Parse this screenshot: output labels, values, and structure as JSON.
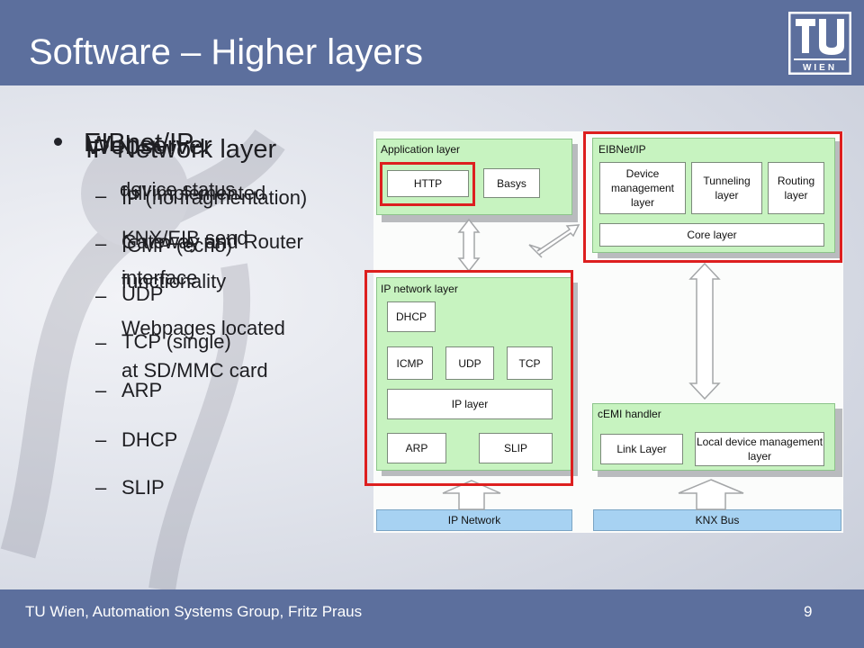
{
  "slide": {
    "title": "Software – Higher layers",
    "footer": "TU Wien, Automation Systems Group, Fritz Praus",
    "page_number": "9",
    "logo_text_top": "TU",
    "logo_text_bottom": "WIEN"
  },
  "overlaid_text": {
    "headings": [
      "EIBnet/IP",
      "Webserver",
      "IP Network layer"
    ],
    "lines": [
      "device status",
      "full implemented",
      "IP (no fragmentation)",
      "KNX/EIB send",
      "interface",
      "Gateway and Router",
      "functionality",
      "ICMP (echo)",
      "UDP",
      "Webpages located",
      "at SD/MMC card",
      "TCP (single)",
      "ARP",
      "DHCP",
      "SLIP"
    ],
    "dash": "–"
  },
  "diagram": {
    "application_layer": {
      "title": "Application layer",
      "boxes": [
        "HTTP",
        "Basys"
      ]
    },
    "eibnet_ip": {
      "title": "EIBNet/IP",
      "boxes": [
        "Device management layer",
        "Tunneling layer",
        "Routing layer"
      ],
      "core": "Core layer"
    },
    "ip_network_layer": {
      "title": "IP network layer",
      "boxes": [
        "DHCP",
        "ICMP",
        "UDP",
        "TCP",
        "IP layer",
        "ARP",
        "SLIP"
      ]
    },
    "cemi_handler": {
      "title": "cEMI handler",
      "boxes": [
        "Link Layer",
        "Local device management layer"
      ]
    },
    "buses": [
      "IP Network",
      "KNX Bus"
    ]
  },
  "colors": {
    "header_bar": "#5c6f9d",
    "panel_fill": "#c7f3c0",
    "bus_fill": "#a7d2f2",
    "highlight": "#dd1f1f"
  }
}
